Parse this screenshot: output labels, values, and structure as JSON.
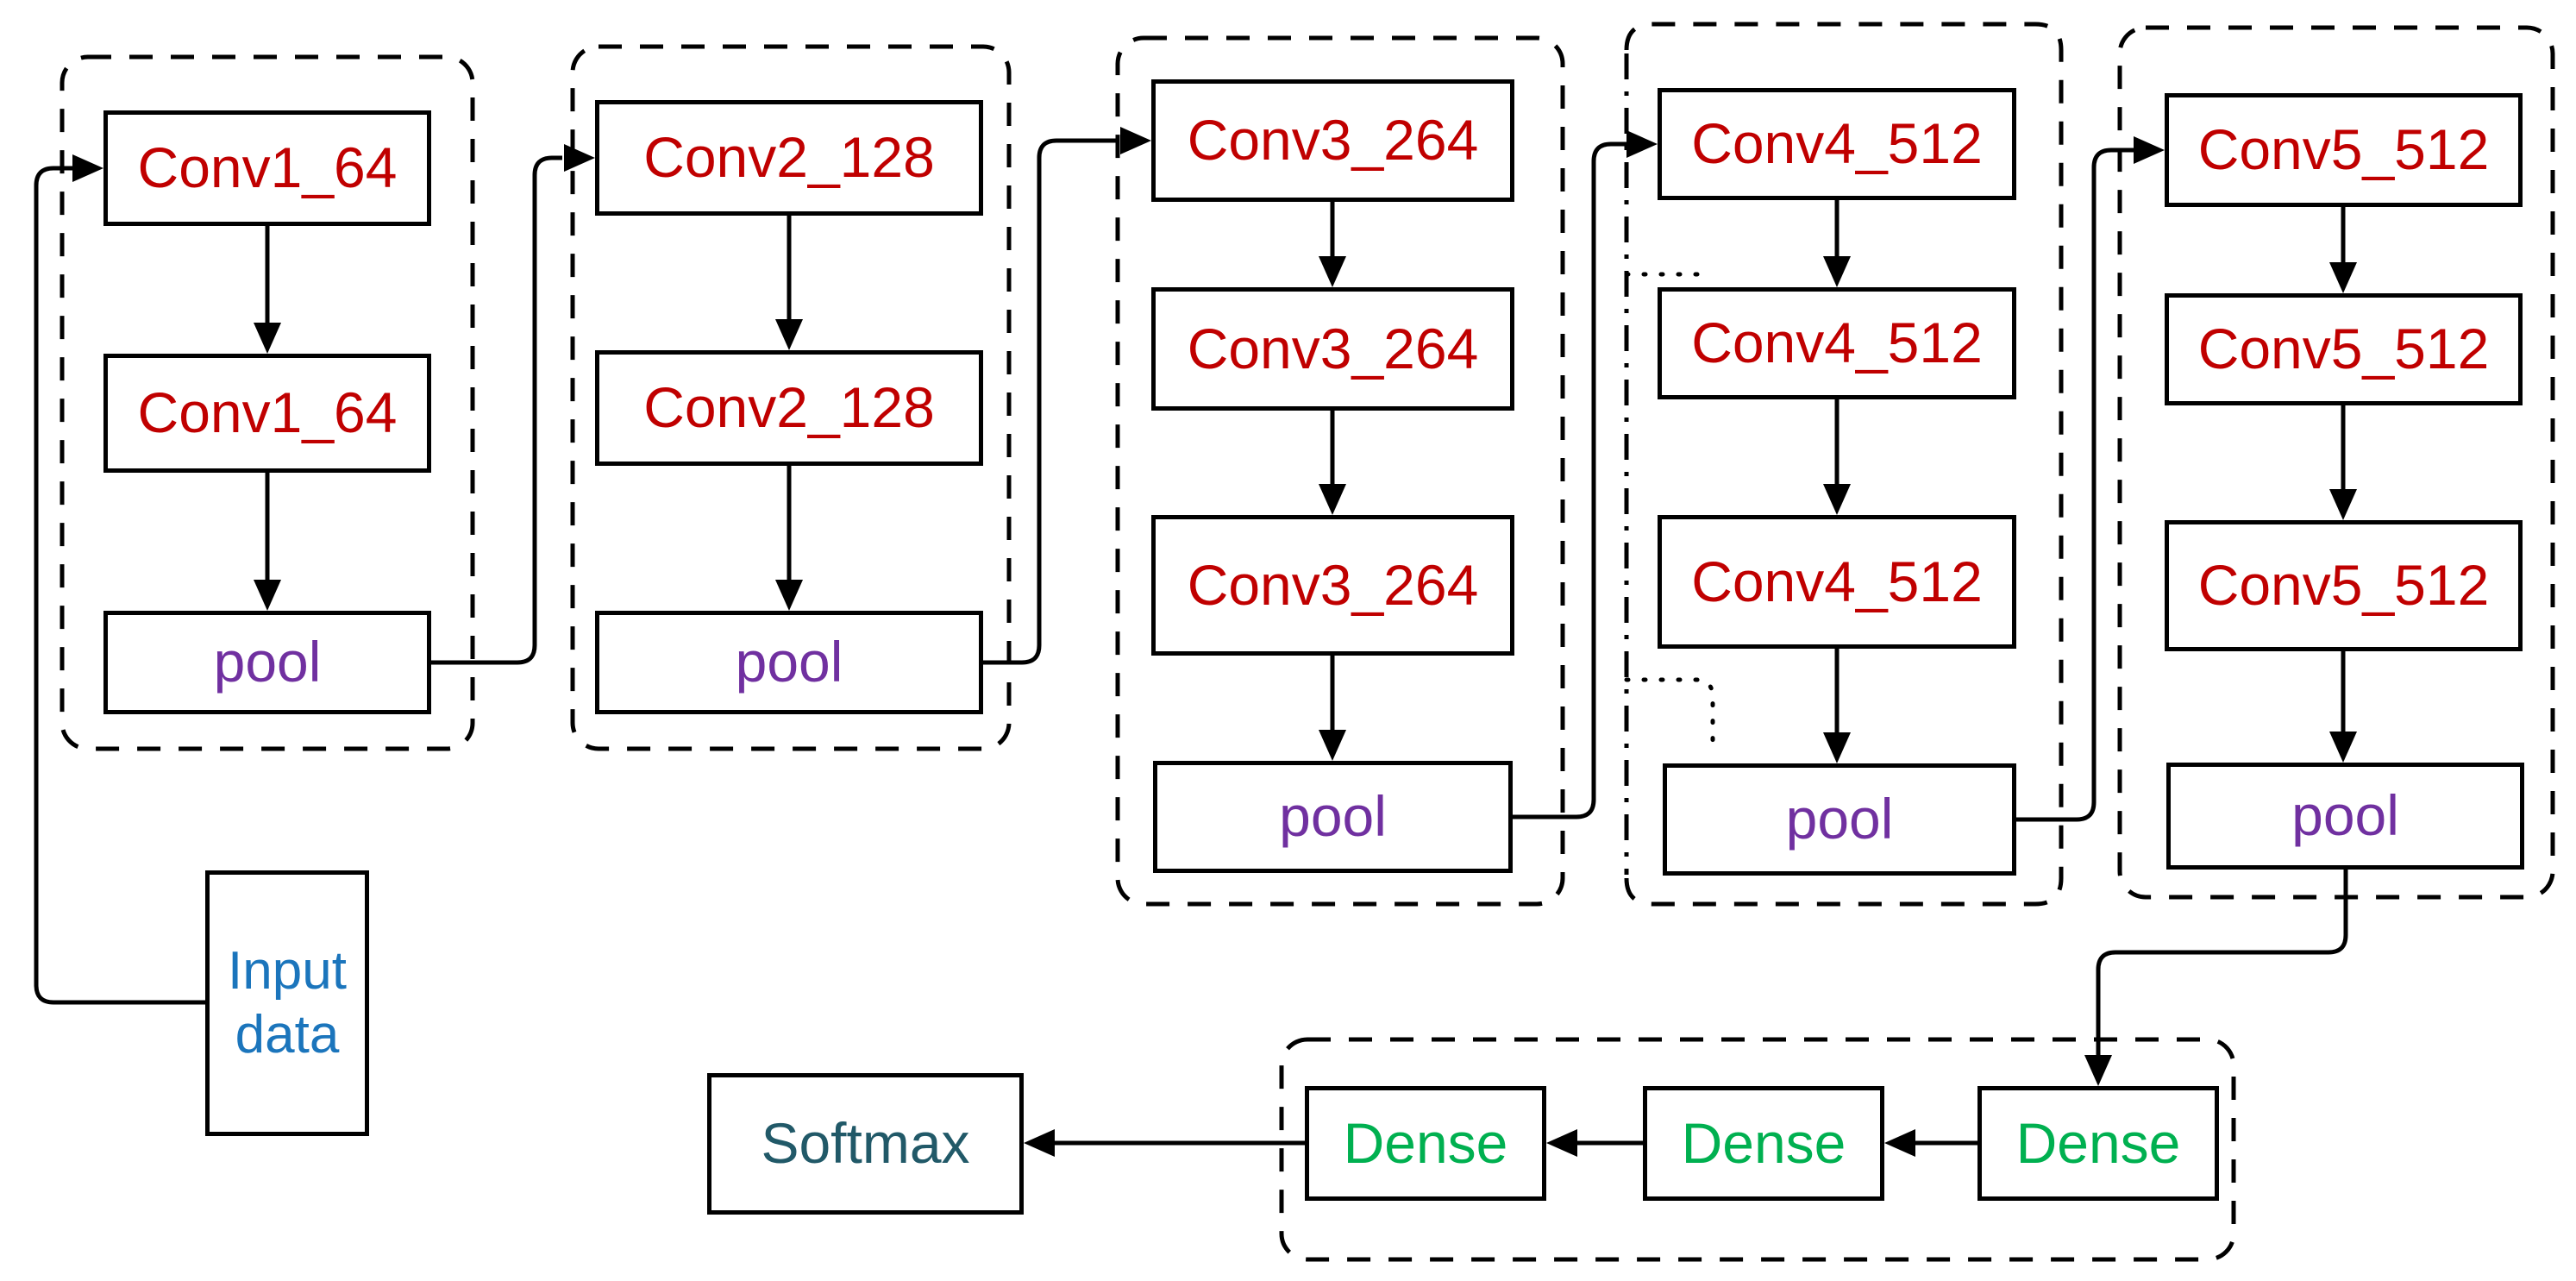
{
  "diagram": "cnn-architecture-flowchart",
  "colors": {
    "conv_text": "#c00000",
    "pool_text": "#7030a0",
    "input_text": "#1b75bc",
    "dense_text": "#00b050",
    "softmax_text": "#215968",
    "line": "#000000",
    "background": "#ffffff"
  },
  "input": {
    "label": "Input data"
  },
  "blocks": [
    {
      "name": "block-1",
      "layers": [
        "Conv1_64",
        "Conv1_64",
        "pool"
      ]
    },
    {
      "name": "block-2",
      "layers": [
        "Conv2_128",
        "Conv2_128",
        "pool"
      ]
    },
    {
      "name": "block-3",
      "layers": [
        "Conv3_264",
        "Conv3_264",
        "Conv3_264",
        "pool"
      ]
    },
    {
      "name": "block-4",
      "layers": [
        "Conv4_512",
        "Conv4_512",
        "Conv4_512",
        "pool"
      ]
    },
    {
      "name": "block-5",
      "layers": [
        "Conv5_512",
        "Conv5_512",
        "Conv5_512",
        "pool"
      ]
    }
  ],
  "classifier": {
    "dense_layers": [
      "Dense",
      "Dense",
      "Dense"
    ],
    "softmax": {
      "label": "Softmax"
    }
  }
}
